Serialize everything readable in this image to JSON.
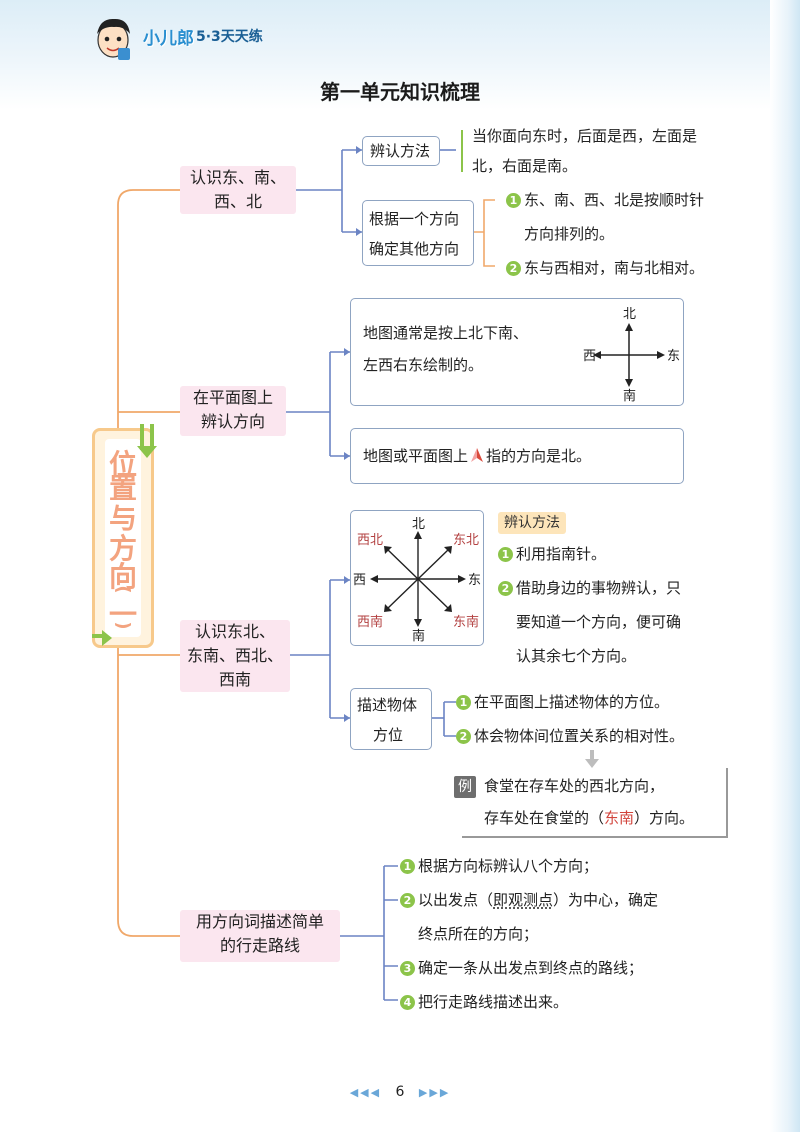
{
  "header": {
    "brand": "小儿郎",
    "series": "5·3天天练"
  },
  "title": "第一单元知识梳理",
  "central": {
    "chars": [
      "位",
      "置",
      "与",
      "方",
      "向",
      "(",
      "一",
      ")"
    ]
  },
  "sections": {
    "s1": {
      "topic_line1": "认识东、南、",
      "topic_line2": "西、北",
      "method_label": "辨认方法",
      "method_line1": "当你面向东时，后面是西，左面是",
      "method_line2": "北，右面是南。",
      "other_label_line1": "根据一个方向",
      "other_label_line2": "确定其他方向",
      "point1_num": "1",
      "point1_line1": "东、南、西、北是按顺时针",
      "point1_line2": "方向排列的。",
      "point2_num": "2",
      "point2": "东与西相对，南与北相对。"
    },
    "s2": {
      "topic_line1": "在平面图上",
      "topic_line2": "辨认方向",
      "map_line1": "地图通常是按上北下南、",
      "map_line2": "左西右东绘制的。",
      "compass": {
        "n": "北",
        "s": "南",
        "w": "西",
        "e": "东"
      },
      "north_text_before": "地图或平面图上",
      "north_text_after": "指的方向是北。"
    },
    "s3": {
      "topic_line1": "认识东北、",
      "topic_line2": "东南、西北、",
      "topic_line3": "西南",
      "compass8": {
        "n": "北",
        "s": "南",
        "w": "西",
        "e": "东",
        "nw": "西北",
        "ne": "东北",
        "sw": "西南",
        "se": "东南"
      },
      "method_tag": "辨认方法",
      "m1_num": "1",
      "m1": "利用指南针。",
      "m2_num": "2",
      "m2_line1": "借助身边的事物辨认，只",
      "m2_line2": "要知道一个方向，便可确",
      "m2_line3": "认其余七个方向。",
      "describe_label_line1": "描述物体",
      "describe_label_line2": "方位",
      "d1_num": "1",
      "d1": "在平面图上描述物体的方位。",
      "d2_num": "2",
      "d2": "体会物体间位置关系的相对性。",
      "example_tag": "例",
      "example_line1": "食堂在存车处的西北方向，",
      "example_line2_before": "存车处在食堂的（",
      "example_answer": "东南",
      "example_line2_after": "）方向。"
    },
    "s4": {
      "topic_line1": "用方向词描述简单",
      "topic_line2": "的行走路线",
      "r1_num": "1",
      "r1": "根据方向标辨认八个方向；",
      "r2_num": "2",
      "r2_before": "以出发点（",
      "r2_dotted": "即观测点",
      "r2_after": "）为中心，确定",
      "r2_line2": "终点所在的方向；",
      "r3_num": "3",
      "r3": "确定一条从出发点到终点的路线；",
      "r4_num": "4",
      "r4": "把行走路线描述出来。"
    }
  },
  "footer": {
    "page_number": "6"
  },
  "colors": {
    "accent_blue": "#2a8fd0",
    "topic_pink": "#fbe6ef",
    "box_border": "#8fa4c2",
    "branch_orange": "#f0a86a",
    "branch_blue": "#6b84c4",
    "number_green": "#8cc44a",
    "answer_red": "#d2443c",
    "central_orange": "#f3a37f"
  },
  "icons": [
    "boy-mascot-icon",
    "north-arrow-icon",
    "green-arrow-icon",
    "gray-down-arrow-icon"
  ]
}
